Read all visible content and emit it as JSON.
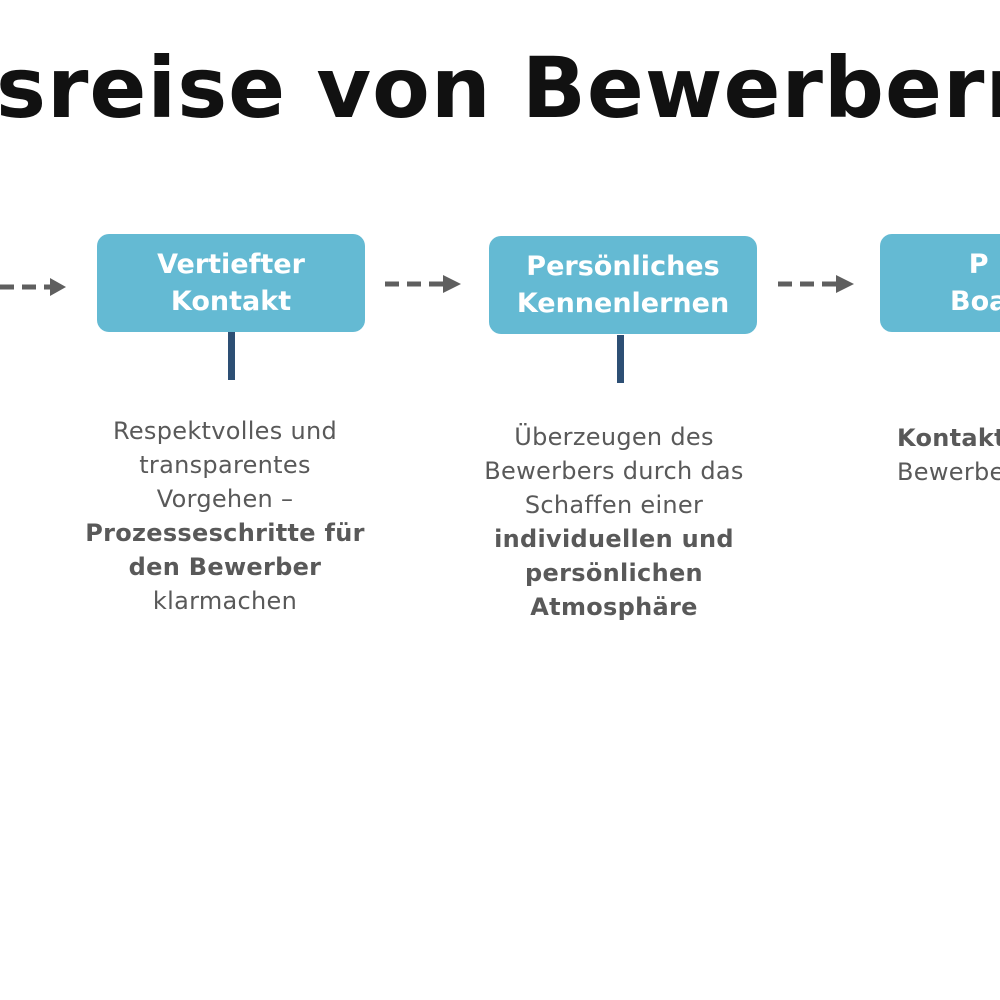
{
  "title": "sreise von Bewerbern",
  "colors": {
    "box": "#64bad3",
    "connector": "#2d4f74",
    "arrow": "#5f5f5f",
    "text": "#595959",
    "title": "#111111"
  },
  "steps": [
    {
      "label": "Vertiefter\nKontakt",
      "description": {
        "line1": "Respektvolles und",
        "line2": "transparentes",
        "line3": "Vorgehen –",
        "bold1": "Prozesseschritte für",
        "bold2": "den Bewerber",
        "line4": "klarmachen"
      }
    },
    {
      "label": "Persönliches\nKennenlernen",
      "description": {
        "line1": "Überzeugen des",
        "line2": "Bewerbers durch das",
        "line3": "Schaffen einer",
        "bold1": "individuellen und",
        "bold2": "persönlichen",
        "bold3": "Atmosphäre"
      }
    },
    {
      "label": "P\nBoa",
      "description": {
        "bold1": "Kontakt",
        "line1": "Bewerbe"
      }
    }
  ]
}
